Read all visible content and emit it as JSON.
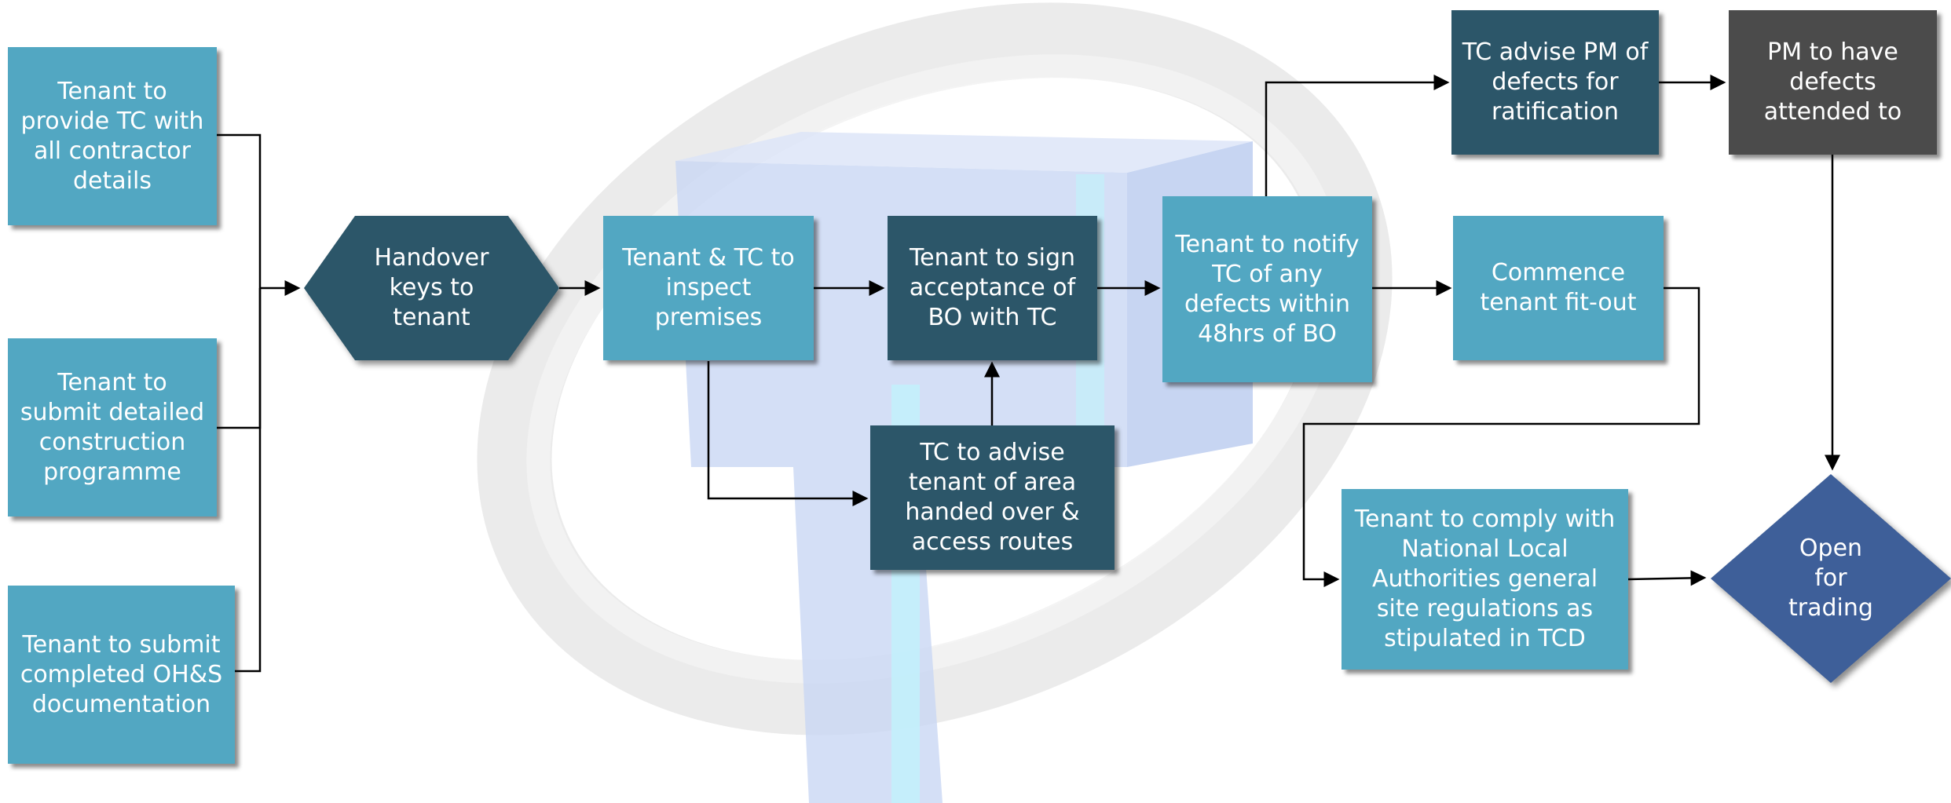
{
  "colors": {
    "light_box": "#52a7c2",
    "dark_box": "#2c5669",
    "grey_box": "#4b4b4b",
    "diamond": "#3e5f99",
    "connector": "#000000"
  },
  "nodes": {
    "contractor_details": "Tenant to provide TC with all contractor details",
    "construction_programme": "Tenant to submit detailed construction programme",
    "ohs_documentation": "Tenant to submit completed OH&S documentation",
    "handover_keys": "Handover keys to tenant",
    "inspect_premises": "Tenant & TC to inspect premises",
    "sign_acceptance": "Tenant to sign acceptance of BO with TC",
    "advise_area": "TC to advise tenant of area handed over & access routes",
    "notify_defects": "Tenant to notify TC of any defects within 48hrs of BO",
    "advise_pm": "TC advise PM of defects for ratification",
    "pm_defects": "PM to have defects attended to",
    "commence_fitout": "Commence tenant fit-out",
    "comply_regulations": "Tenant to comply with National Local Authorities general site regulations as stipulated in TCD",
    "open_trading": "Open for trading"
  }
}
